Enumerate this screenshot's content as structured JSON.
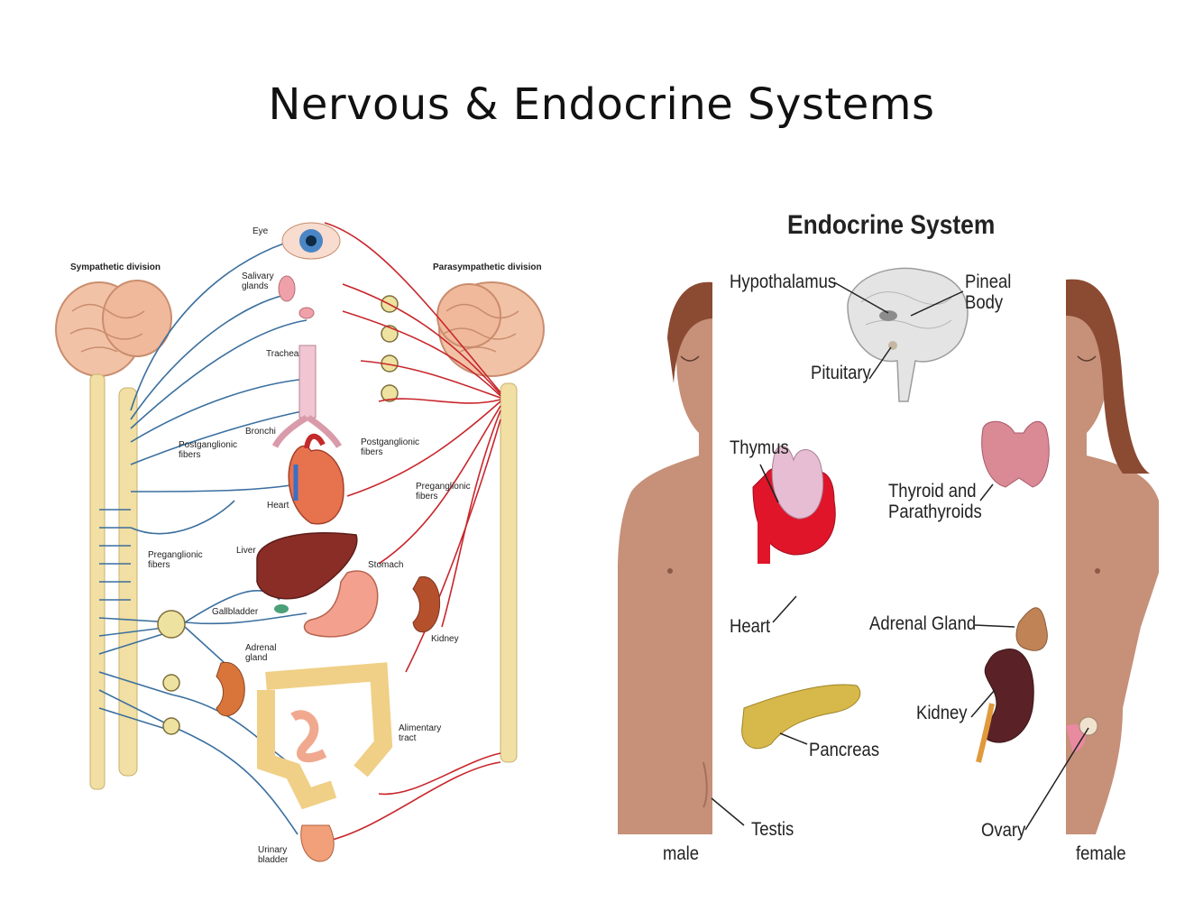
{
  "slide": {
    "title": "Nervous & Endocrine Systems"
  },
  "nervous_diagram": {
    "sympathetic_label": "Sympathetic division",
    "parasympathetic_label": "Parasympathetic division",
    "labels": {
      "eye": "Eye",
      "salivary": "Salivary\nglands",
      "trachea": "Trachea",
      "bronchi": "Bronchi",
      "heart": "Heart",
      "liver": "Liver",
      "gallbladder": "Gallbladder",
      "adrenal": "Adrenal\ngland",
      "stomach": "Stomach",
      "kidney": "Kidney",
      "alimentary": "Alimentary\ntract",
      "bladder": "Urinary\nbladder",
      "postganglionic_left": "Postganglionic\nfibers",
      "preganglionic_left": "Preganglionic\nfibers",
      "postganglionic_mid": "Postganglionic\nfibers",
      "preganglionic_right": "Preganglionic\nfibers"
    },
    "colors": {
      "sympathetic": "#3a6f9e",
      "parasympathetic": "#c8262c"
    }
  },
  "endocrine_diagram": {
    "title": "Endocrine System",
    "labels": {
      "hypothalamus": "Hypothalamus",
      "pineal": "Pineal\nBody",
      "pituitary": "Pituitary",
      "thymus": "Thymus",
      "thyroid": "Thyroid and\nParathyroids",
      "heart": "Heart",
      "adrenal": "Adrenal Gland",
      "kidney": "Kidney",
      "pancreas": "Pancreas",
      "testis": "Testis",
      "ovary": "Ovary",
      "male": "male",
      "female": "female"
    },
    "colors": {
      "skin": "#c69079",
      "hair": "#8b4a32"
    }
  }
}
